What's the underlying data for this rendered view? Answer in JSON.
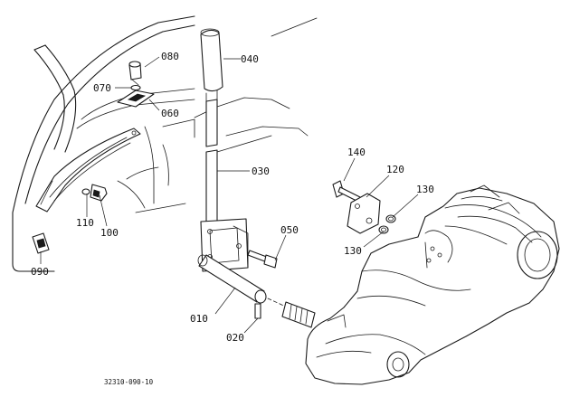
{
  "diagram": {
    "parts": [
      {
        "number": "010"
      },
      {
        "number": "020"
      },
      {
        "number": "030"
      },
      {
        "number": "040"
      },
      {
        "number": "050"
      },
      {
        "number": "060"
      },
      {
        "number": "070"
      },
      {
        "number": "080"
      },
      {
        "number": "090"
      },
      {
        "number": "100"
      },
      {
        "number": "110"
      },
      {
        "number": "120"
      },
      {
        "number": "130"
      },
      {
        "number": "130"
      },
      {
        "number": "140"
      }
    ],
    "drawing_number": "32310-090-10"
  }
}
